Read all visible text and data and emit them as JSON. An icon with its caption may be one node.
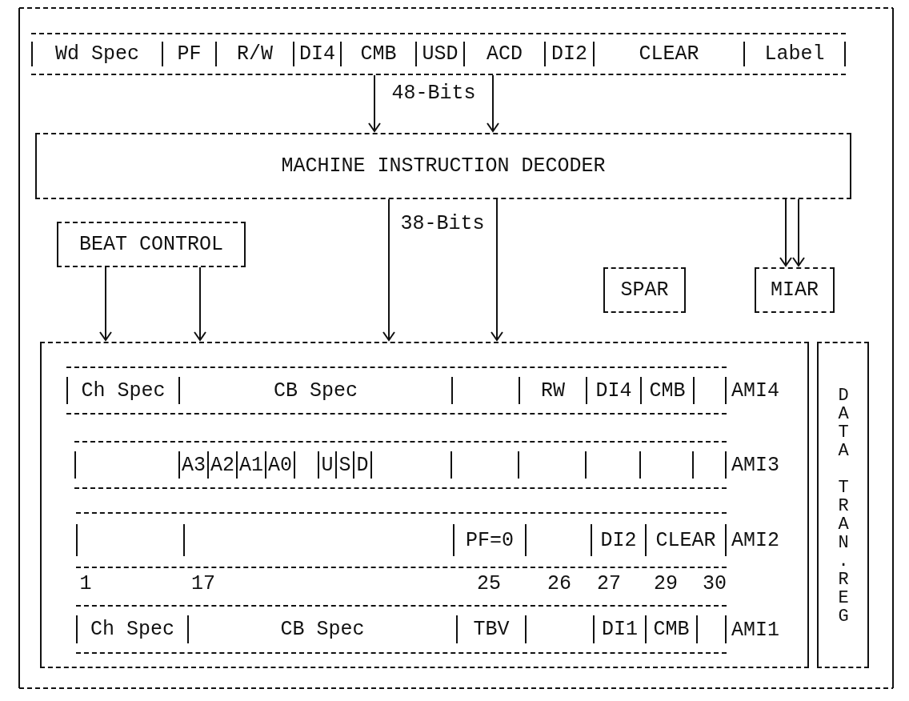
{
  "diagram": {
    "nodes": [
      {
        "text": [
          "Wd Spec",
          "PF",
          "R/W",
          "DI4",
          "CMB",
          "USD",
          "ACD",
          "DI2",
          "CLEAR",
          "Label"
        ]
      },
      {
        "text": [
          "MACHINE INSTRUCTION DECODER"
        ]
      },
      {
        "text": [
          "BEAT CONTROL"
        ]
      },
      {
        "text": [
          "SPAR"
        ]
      },
      {
        "text": [
          "MIAR"
        ]
      },
      {
        "text": [],
        "shape": "box"
      },
      {
        "text": [
          "Ch Spec",
          "CB Spec",
          "RW",
          "DI4",
          "CMB"
        ],
        "beside": [
          "AMI4"
        ],
        "in": 5
      },
      {
        "text": [
          "A3",
          "A2",
          "A1",
          "A0",
          "U",
          "S",
          "D"
        ],
        "beside": [
          "AMI3"
        ],
        "in": 5
      },
      {
        "text": [
          "PF=0",
          "DI2",
          "CLEAR"
        ],
        "beside": [
          "AMI2"
        ],
        "in": 5
      },
      {
        "text": [
          "Ch Spec",
          "CB Spec",
          "TBV",
          "DI1",
          "CMB"
        ],
        "beside": [
          "AMI1"
        ],
        "in": 5
      },
      {
        "text": [
          "DATA TRAN.REG"
        ]
      }
    ],
    "edges": [
      {
        "from": 0,
        "to": 1,
        "arrow": "to",
        "label": "48-Bits"
      },
      {
        "from": 1,
        "to": 5,
        "arrow": "to",
        "label": "38-Bits"
      },
      {
        "from": 1,
        "to": 4,
        "arrow": "to"
      },
      {
        "from": 2,
        "to": 5,
        "arrow": "to"
      },
      {
        "from": 2,
        "to": 5,
        "arrow": "to"
      }
    ],
    "labels": [
      "1",
      "17",
      "25",
      "26",
      "27",
      "29",
      "30"
    ]
  }
}
